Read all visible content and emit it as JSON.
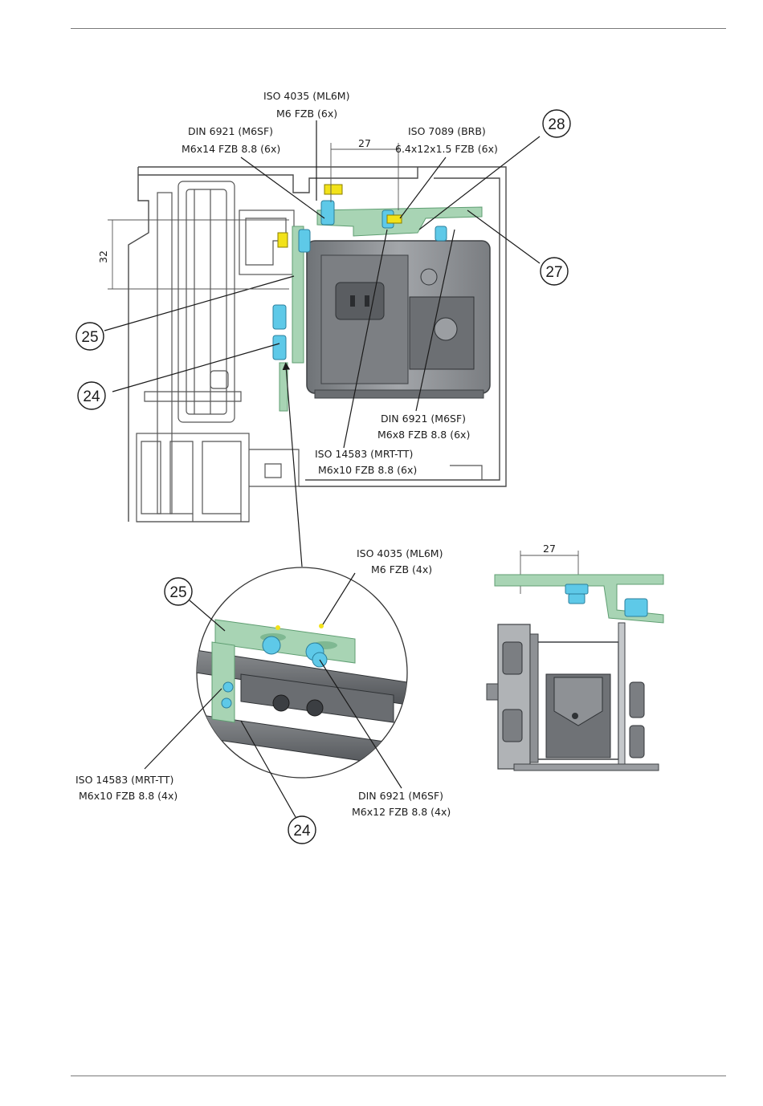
{
  "colors": {
    "green_bracket": "#a8d4b4",
    "green_edge": "#5f9e72",
    "blue_nut": "#5ec9e8",
    "yellow_washer": "#f2e21a",
    "housing_gray": "#8c8f93",
    "profile_gray": "#7b7b7b"
  },
  "labels": {
    "iso4035_main": {
      "line1": "ISO 4035 (ML6M)",
      "line2": "M6 FZB (6x)"
    },
    "din6921_m6x14": {
      "line1": "DIN 6921 (M6SF)",
      "line2": "M6x14 FZB 8.8 (6x)"
    },
    "iso7089": {
      "line1": "ISO 7089 (BRB)",
      "line2": "6.4x12x1.5 FZB (6x)"
    },
    "din6921_m6x8": {
      "line1": "DIN 6921 (M6SF)",
      "line2": "M6x8 FZB 8.8 (6x)"
    },
    "iso14583_main": {
      "line1": "ISO 14583 (MRT-TT)",
      "line2": "M6x10 FZB 8.8 (6x)"
    },
    "iso4035_detail": {
      "line1": "ISO 4035 (ML6M)",
      "line2": "M6 FZB (4x)"
    },
    "iso14583_detail": {
      "line1": "ISO 14583 (MRT-TT)",
      "line2": "M6x10 FZB 8.8 (4x)"
    },
    "din6921_m6x12": {
      "line1": "DIN 6921 (M6SF)",
      "line2": "M6x12 FZB 8.8 (4x)"
    }
  },
  "dimensions": {
    "top_27": "27",
    "left_32": "32",
    "side_27": "27"
  },
  "callouts": {
    "c28": "28",
    "c27": "27",
    "c25_main": "25",
    "c24_main": "24",
    "c25_detail": "25",
    "c24_detail": "24"
  }
}
